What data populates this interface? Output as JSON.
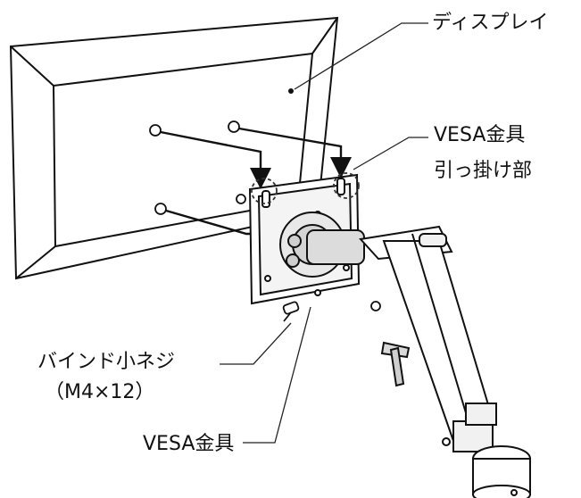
{
  "labels": {
    "display": "ディスプレイ",
    "hook_line1": "VESA金具",
    "hook_line2": "引っ掛け部",
    "screw_line1": "バインド小ネジ",
    "screw_line2": "（M4×12）",
    "bracket": "VESA金具"
  }
}
